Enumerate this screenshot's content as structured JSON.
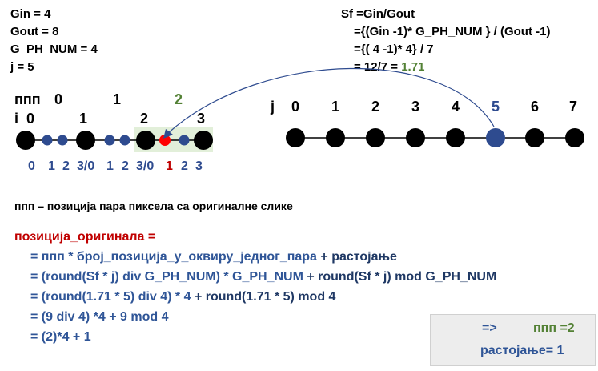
{
  "params": {
    "gin": "Gin   =  4",
    "gout": "Gout  =  8",
    "gph": "G_PH_NUM = 4",
    "j": "j = 5"
  },
  "sf": {
    "line1": "Sf =Gin/Gout",
    "line2": "={(Gin -1)* G_PH_NUM } / (Gout -1)",
    "line3": "={(  4   -1)*     4} / 7",
    "line4_a": "= 12/7  = ",
    "line4_b": "1.71"
  },
  "left_axis": {
    "ppp_label": "ппп",
    "ppp_values": [
      "0",
      "1",
      "2"
    ],
    "i_label": "i",
    "i_values": [
      "0",
      "1",
      "2",
      "3"
    ],
    "bottom_labels": [
      "0",
      "1",
      "2",
      "3/0",
      "1",
      "2",
      "3/0",
      "1",
      "2",
      "3"
    ]
  },
  "right_axis": {
    "j_label": "j",
    "j_values": [
      "0",
      "1",
      "2",
      "3",
      "4",
      "5",
      "6",
      "7"
    ]
  },
  "legend": "ппп – позиција пара пиксела са оригиналне слике",
  "formula": {
    "title": "позиција_оригинала =",
    "line1_a": "= ппп * број_позиција_у_оквиру_једног_пара",
    "line1_b": " + растојање",
    "line2_a": "= (round(Sf * j) div G_PH_NUM) * G_PH_NUM",
    "line2_b": " + round(Sf * j)  mod G_PH_NUM",
    "line3_a": "= (round(1.71 * 5) div 4) * 4",
    "line3_b": " + round(1.71 * 5)  mod 4",
    "line4": "= (9 div 4) *4 + 9 mod 4",
    "line5": "= (2)*4 + 1"
  },
  "result": {
    "arrow": "=>",
    "ppp": "ппп =2",
    "distance": "растојање= 1"
  },
  "colors": {
    "blue": "#2e4b8f",
    "red": "#ff0000",
    "green": "#538135",
    "highlight": "#e2efd9"
  }
}
